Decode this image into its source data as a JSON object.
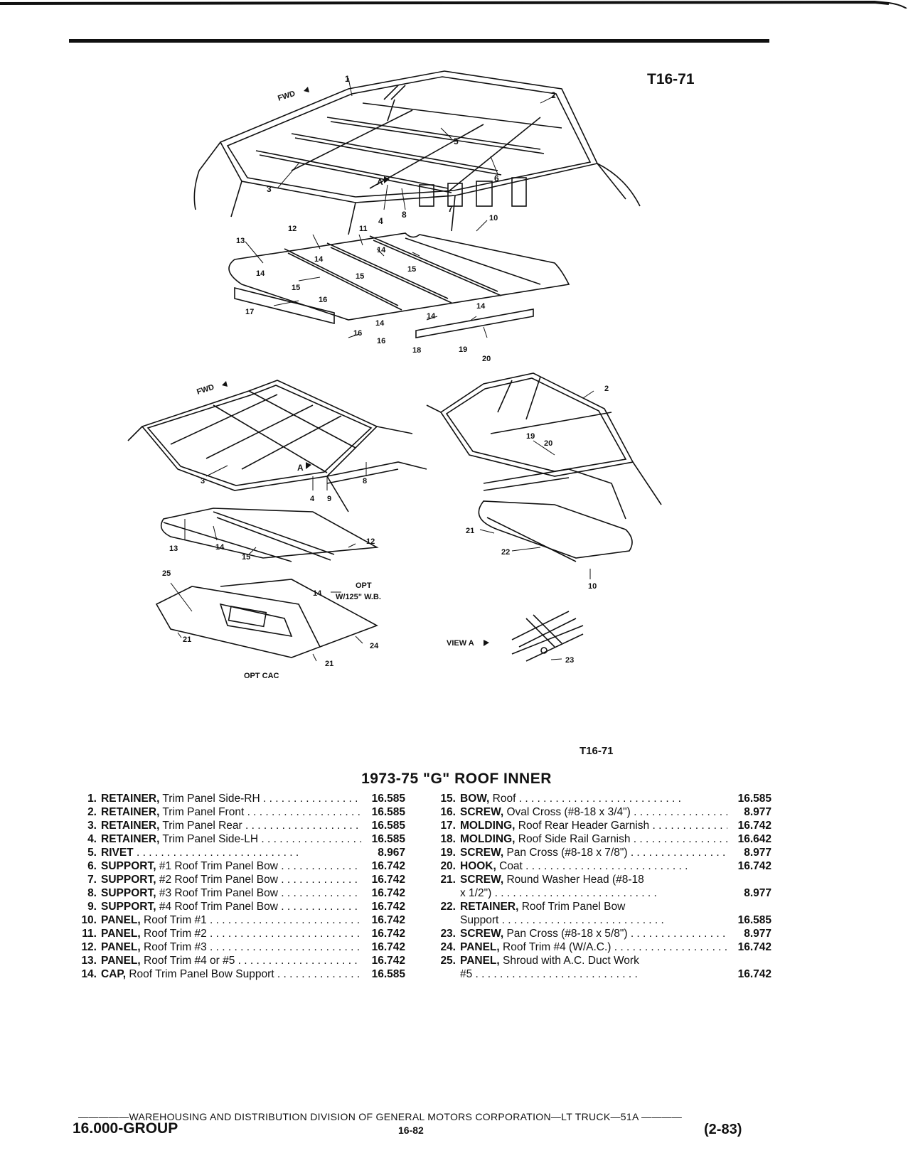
{
  "figure_code": "T16-71",
  "title": "1973-75 \"G\" ROOF INNER",
  "diagram": {
    "callouts": [
      "1",
      "2",
      "3",
      "4",
      "5",
      "6",
      "7",
      "8",
      "9",
      "10",
      "11",
      "12",
      "13",
      "14",
      "15",
      "16",
      "17",
      "18",
      "19",
      "20",
      "21",
      "22",
      "23",
      "24",
      "25"
    ],
    "labels": {
      "fwd": "FWD",
      "view_a": "VIEW A",
      "a": "A",
      "opt": "OPT",
      "wheelbase": "W/125\" W.B.",
      "opt_cac": "OPT CAC"
    }
  },
  "parts_left": [
    {
      "num": "1.",
      "name": "RETAINER,",
      "desc": " Trim Panel Side-RH",
      "code": "16.585"
    },
    {
      "num": "2.",
      "name": "RETAINER,",
      "desc": " Trim Panel Front",
      "code": "16.585"
    },
    {
      "num": "3.",
      "name": "RETAINER,",
      "desc": " Trim Panel Rear",
      "code": "16.585"
    },
    {
      "num": "4.",
      "name": "RETAINER,",
      "desc": " Trim Panel Side-LH",
      "code": "16.585"
    },
    {
      "num": "5.",
      "name": "RIVET",
      "desc": "",
      "code": "8.967"
    },
    {
      "num": "6.",
      "name": "SUPPORT,",
      "desc": " #1 Roof Trim Panel Bow",
      "code": "16.742"
    },
    {
      "num": "7.",
      "name": "SUPPORT,",
      "desc": " #2 Roof Trim Panel Bow",
      "code": "16.742"
    },
    {
      "num": "8.",
      "name": "SUPPORT,",
      "desc": " #3 Roof Trim Panel Bow",
      "code": "16.742"
    },
    {
      "num": "9.",
      "name": "SUPPORT,",
      "desc": " #4 Roof Trim Panel Bow",
      "code": "16.742"
    },
    {
      "num": "10.",
      "name": "PANEL,",
      "desc": " Roof Trim #1",
      "code": "16.742"
    },
    {
      "num": "11.",
      "name": "PANEL,",
      "desc": " Roof Trim #2",
      "code": "16.742"
    },
    {
      "num": "12.",
      "name": "PANEL,",
      "desc": " Roof Trim #3",
      "code": "16.742"
    },
    {
      "num": "13.",
      "name": "PANEL,",
      "desc": " Roof Trim #4 or #5",
      "code": "16.742"
    },
    {
      "num": "14.",
      "name": "CAP,",
      "desc": " Roof Trim Panel Bow Support",
      "code": "16.585"
    }
  ],
  "parts_right": [
    {
      "num": "15.",
      "name": "BOW,",
      "desc": " Roof",
      "code": "16.585"
    },
    {
      "num": "16.",
      "name": "SCREW,",
      "desc": " Oval Cross (#8-18 x 3/4\")",
      "code": "8.977"
    },
    {
      "num": "17.",
      "name": "MOLDING,",
      "desc": " Roof Rear Header Garnish",
      "code": "16.742"
    },
    {
      "num": "18.",
      "name": "MOLDING,",
      "desc": " Roof Side Rail Garnish",
      "code": "16.642"
    },
    {
      "num": "19.",
      "name": "SCREW,",
      "desc": " Pan Cross (#8-18 x 7/8\")",
      "code": "8.977"
    },
    {
      "num": "20.",
      "name": "HOOK,",
      "desc": " Coat",
      "code": "16.742"
    },
    {
      "num": "21.",
      "name": "SCREW,",
      "desc": " Round Washer Head (#8-18",
      "code": ""
    },
    {
      "num": "",
      "name": "",
      "desc": "x 1/2\")",
      "code": "8.977"
    },
    {
      "num": "22.",
      "name": "RETAINER,",
      "desc": " Roof Trim Panel Bow",
      "code": ""
    },
    {
      "num": "",
      "name": "",
      "desc": "Support",
      "code": "16.585"
    },
    {
      "num": "23.",
      "name": "SCREW,",
      "desc": " Pan Cross (#8-18 x 5/8\")",
      "code": "8.977"
    },
    {
      "num": "24.",
      "name": "PANEL,",
      "desc": " Roof Trim #4 (W/A.C.)",
      "code": "16.742"
    },
    {
      "num": "25.",
      "name": "PANEL,",
      "desc": " Shroud with A.C. Duct Work",
      "code": ""
    },
    {
      "num": "",
      "name": "",
      "desc": "#5",
      "code": "16.742"
    }
  ],
  "footer": {
    "division": "WAREHOUSING AND DISTRIBUTION  DIVISION OF GENERAL MOTORS CORPORATION—LT TRUCK—51A",
    "group": "16.000-GROUP",
    "page": "16-82",
    "date": "(2-83)"
  }
}
